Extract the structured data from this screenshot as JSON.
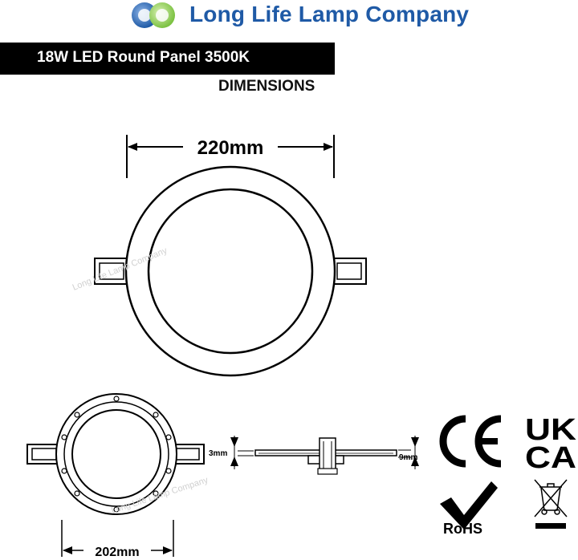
{
  "header": {
    "brand_name": "Long Life Lamp Company",
    "brand_colors": {
      "logo_left": "#1f5aa6",
      "logo_right": "#7cc242",
      "text": "#1f5aa6"
    },
    "logo_icon": "twin-globe-logo-icon"
  },
  "product": {
    "title": "18W LED Round Panel 3500K",
    "section": "DIMENSIONS"
  },
  "drawing": {
    "front_diameter": "220mm",
    "back_diameter": "202mm",
    "side_thickness": "3mm",
    "side_depth": "9mm",
    "watermark": "Long Life Lamp Company"
  },
  "certifications": {
    "ce": "CE",
    "ukca_top": "UK",
    "ukca_bottom": "CA",
    "rohs": "RoHS",
    "weee_icon": "crossed-out-bin-icon"
  }
}
